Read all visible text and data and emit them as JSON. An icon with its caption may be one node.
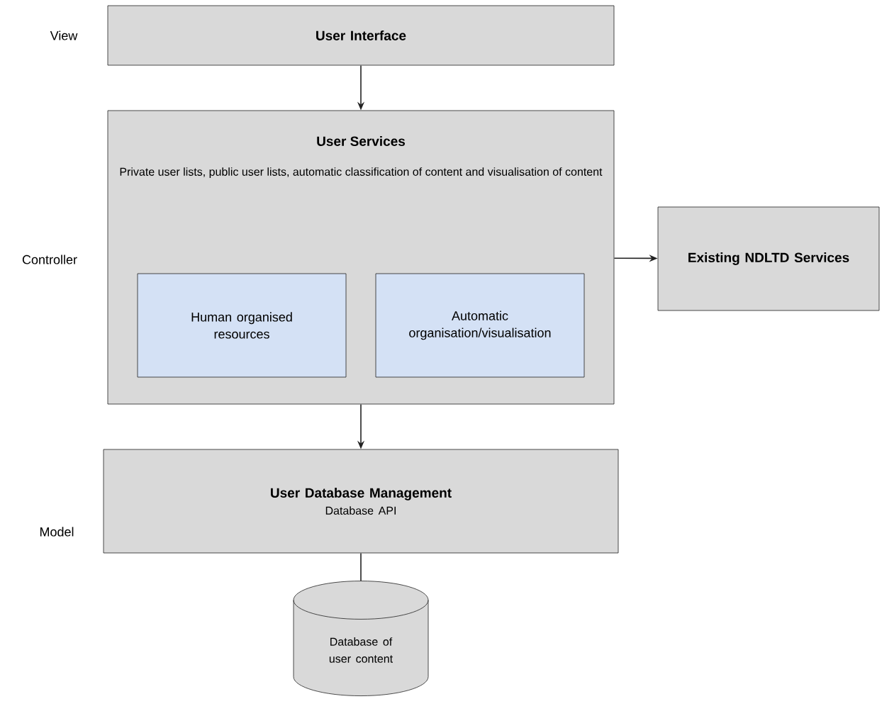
{
  "diagram": {
    "nodes": [
      {
        "text": [
          "User Interface"
        ]
      },
      {
        "text": [
          "User Services",
          "Private user lists, public user lists, automatic classification of content and visualisation of content"
        ]
      },
      {
        "text": [
          "Human organised resources"
        ],
        "in": 1
      },
      {
        "text": [
          "Automatic organisation/visualisation"
        ],
        "in": 1
      },
      {
        "text": [
          "Existing NDLTD Services"
        ]
      },
      {
        "text": [
          "User Database Management",
          "Database API"
        ]
      },
      {
        "text": [
          "Database of user content"
        ]
      }
    ],
    "edges": [
      {
        "from": 0,
        "to": 1,
        "arrow": "to"
      },
      {
        "from": 1,
        "to": 4,
        "arrow": "to"
      },
      {
        "from": 1,
        "to": 5,
        "arrow": "to"
      },
      {
        "from": 5,
        "to": 6,
        "arrow": "none"
      }
    ],
    "labels": [
      "View",
      "Controller",
      "Model"
    ]
  }
}
